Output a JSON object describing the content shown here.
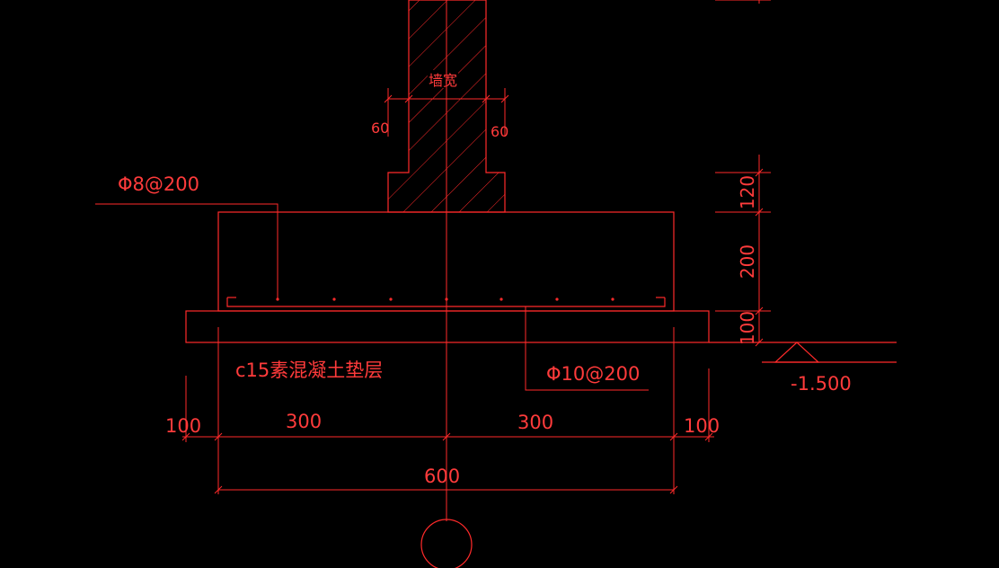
{
  "labels": {
    "wall_width": "墙宽",
    "offset_left": "60",
    "offset_right": "60",
    "top_rebar": "Φ8@200",
    "bottom_rebar": "Φ10@200",
    "cushion": "c15素混凝土垫层",
    "elevation": "-1.500"
  },
  "dimensions": {
    "left_margin": "100",
    "left_half": "300",
    "right_half": "300",
    "right_margin": "100",
    "total_width": "600",
    "step_height": "120",
    "footing_height": "200",
    "cushion_height": "100"
  },
  "colors": {
    "line": "#ff2a2a",
    "background": "#000000"
  }
}
